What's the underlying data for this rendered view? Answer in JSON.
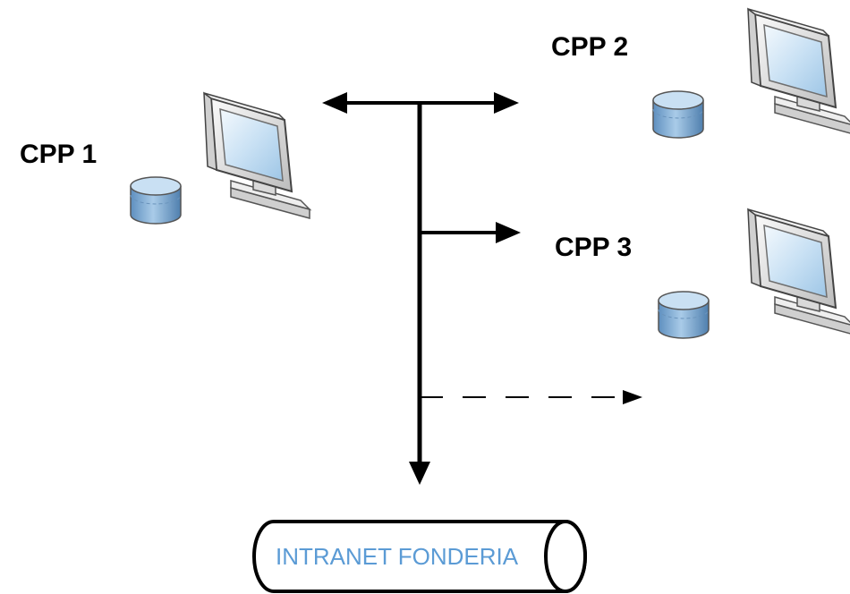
{
  "nodes": [
    {
      "id": "cpp1",
      "label": "CPP 1"
    },
    {
      "id": "cpp2",
      "label": "CPP 2"
    },
    {
      "id": "cpp3",
      "label": "CPP 3"
    }
  ],
  "network": {
    "label": "INTRANET FONDERIA",
    "label_color": "#5b9bd5"
  },
  "icons": {
    "computer": "computer-monitor-icon",
    "database": "database-cylinder-icon"
  },
  "colors": {
    "line": "#000000",
    "monitor_frame": "#e6e6e6",
    "monitor_screen": "#cfe6f7",
    "database_fill": "#8fb8dc",
    "database_top": "#c7dff2"
  }
}
